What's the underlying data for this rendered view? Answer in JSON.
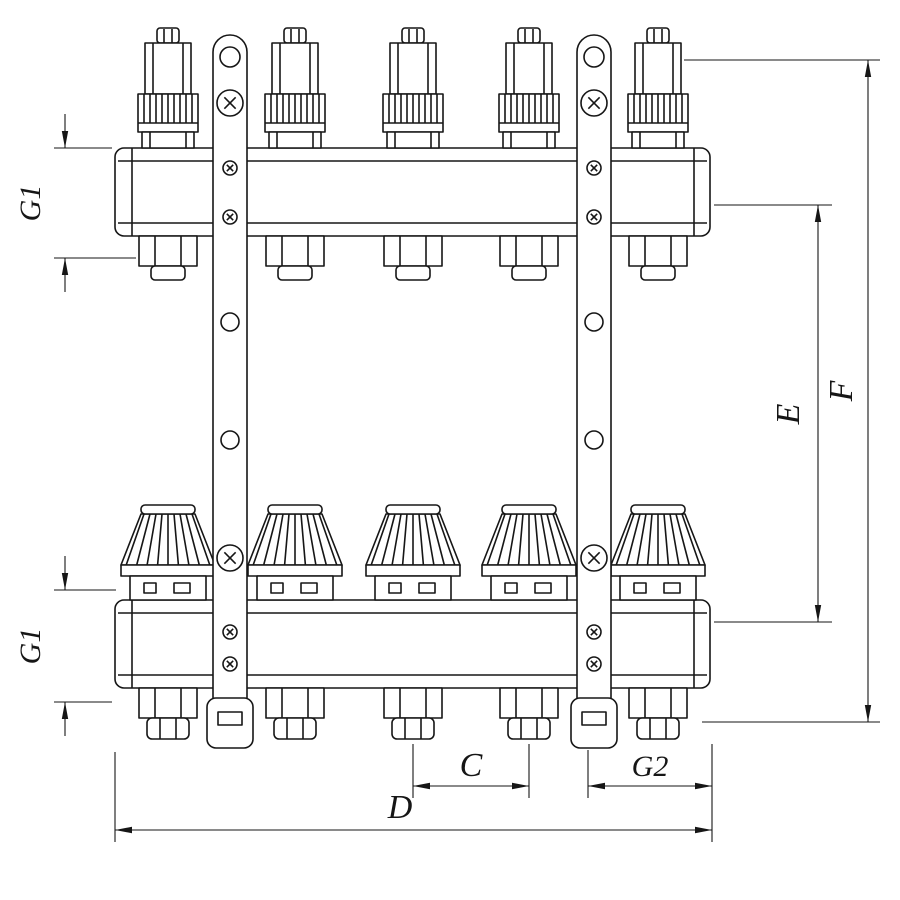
{
  "drawing": {
    "kind": "technical-line-drawing",
    "subject": "heating-manifold-with-flow-meters-and-valves",
    "circuits_visible": 5,
    "brackets_visible": 2
  },
  "labels": {
    "g1_top": "G1",
    "g1_bottom": "G1",
    "c": "C",
    "g2": "G2",
    "d": "D",
    "e": "E",
    "f": "F"
  },
  "colors": {
    "line": "#161616",
    "background": "#ffffff"
  }
}
